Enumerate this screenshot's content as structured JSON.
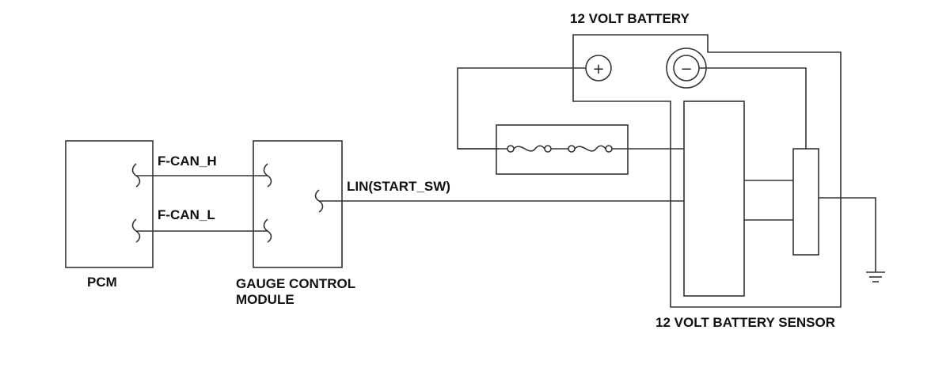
{
  "labels": {
    "battery": "12 VOLT BATTERY",
    "sensor": "12 VOLT BATTERY SENSOR",
    "pcm": "PCM",
    "gcm_line1": "GAUGE CONTROL",
    "gcm_line2": "MODULE",
    "can_h": "F-CAN_H",
    "can_l": "F-CAN_L",
    "lin": "LIN(START_SW)"
  },
  "symbols": {
    "positive": "+",
    "negative": "−"
  },
  "colors": {
    "line": "#333333",
    "text": "#111111",
    "background": "#ffffff"
  }
}
